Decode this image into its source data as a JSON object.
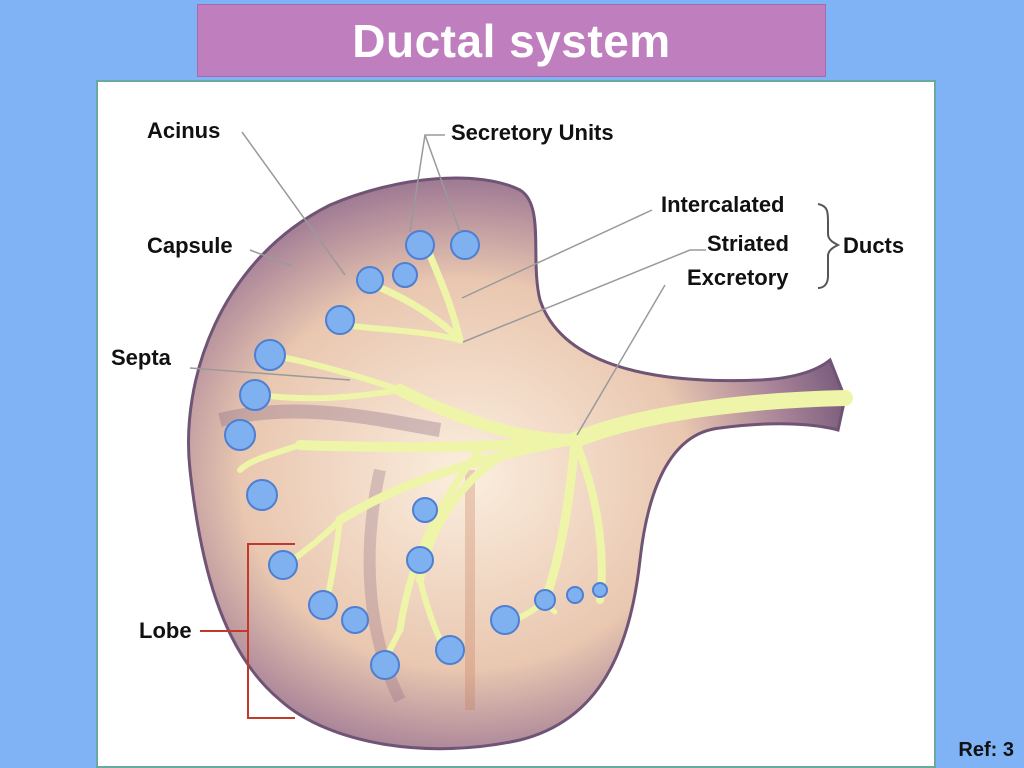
{
  "title": "Ductal system",
  "labels": {
    "acinus": "Acinus",
    "secretory_units": "Secretory Units",
    "capsule": "Capsule",
    "septa": "Septa",
    "lobe": "Lobe",
    "intercalated": "Intercalated",
    "striated": "Striated",
    "excretory": "Excretory",
    "ducts": "Ducts"
  },
  "ref": "Ref: 3",
  "colors": {
    "background": "#7fb3f5",
    "title_bar": "#bf7fbf",
    "duct": "#eef5a8",
    "acinus": "#7fb0f0",
    "capsule": "#8a6a86"
  }
}
